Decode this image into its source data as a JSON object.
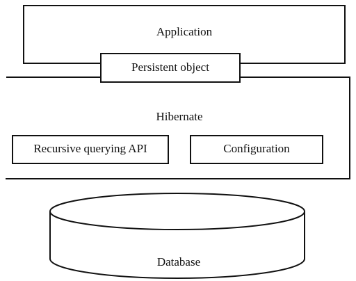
{
  "nodes": {
    "application": {
      "label": "Application"
    },
    "persistent_object": {
      "label": "Persistent object"
    },
    "hibernate": {
      "label": "Hibernate"
    },
    "recursive_querying_api": {
      "label": "Recursive querying API"
    },
    "configuration": {
      "label": "Configuration"
    },
    "database": {
      "label": "Database"
    }
  },
  "colors": {
    "stroke": "#111111",
    "background": "#ffffff"
  }
}
